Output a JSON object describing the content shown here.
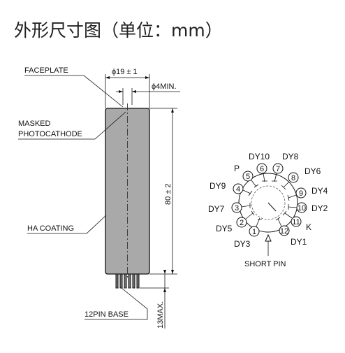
{
  "title": "外形尺寸图（单位：mm）",
  "tube": {
    "faceplate": "FACEPLATE",
    "masked_line1": "MASKED",
    "masked_line2": "PHOTOCATHODE",
    "ha_coating": "HA COATING",
    "pin_base": "12PIN BASE",
    "dim_diameter": "ϕ19 ± 1",
    "dim_window": "ϕ4MIN.",
    "dim_length": "80 ± 2",
    "dim_base": "13MAX."
  },
  "base_diagram": {
    "pin_numbers": [
      "1",
      "2",
      "3",
      "4",
      "5",
      "6",
      "7",
      "8",
      "9",
      "10",
      "11",
      "12"
    ],
    "labels": {
      "dy1": "DY1",
      "dy2": "DY2",
      "dy3": "DY3",
      "dy4": "DY4",
      "dy5": "DY5",
      "dy6": "DY6",
      "dy7": "DY7",
      "dy8": "DY8",
      "dy9": "DY9",
      "dy10": "DY10",
      "p": "P",
      "k": "K"
    },
    "short_pin": "SHORT PIN"
  },
  "colors": {
    "tube_fill": "#a9a9a9",
    "line": "#111111"
  }
}
